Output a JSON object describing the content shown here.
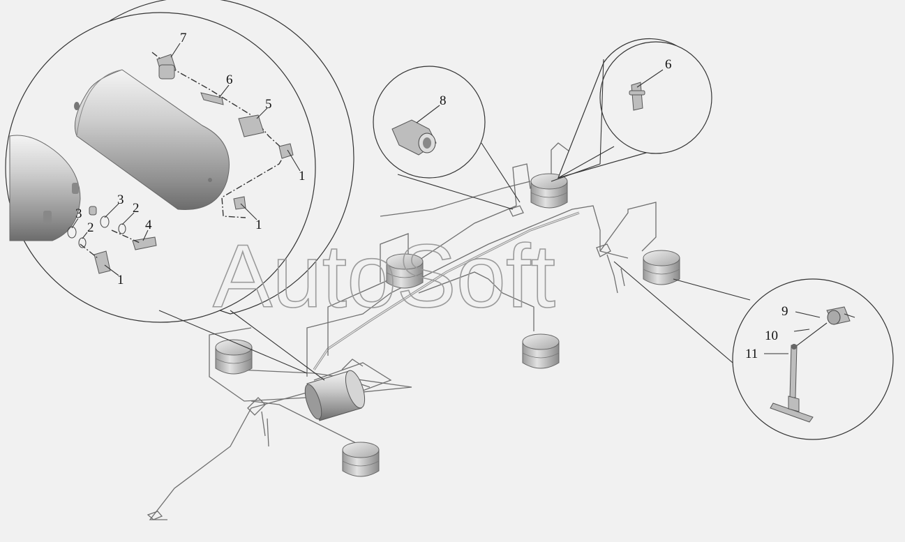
{
  "watermark": "AutoSoft",
  "callouts": {
    "c1a": "1",
    "c1b": "1",
    "c1c": "1",
    "c2a": "2",
    "c2b": "2",
    "c3a": "3",
    "c3b": "3",
    "c4": "4",
    "c5": "5",
    "c6a": "6",
    "c6b": "6",
    "c7": "7",
    "c8": "8",
    "c9": "9",
    "c10": "10",
    "c11": "11"
  },
  "colors": {
    "background": "#f1f1f1",
    "lines": "#333333",
    "watermark": "#9a9a9a",
    "parts": "#bdbdbd"
  }
}
